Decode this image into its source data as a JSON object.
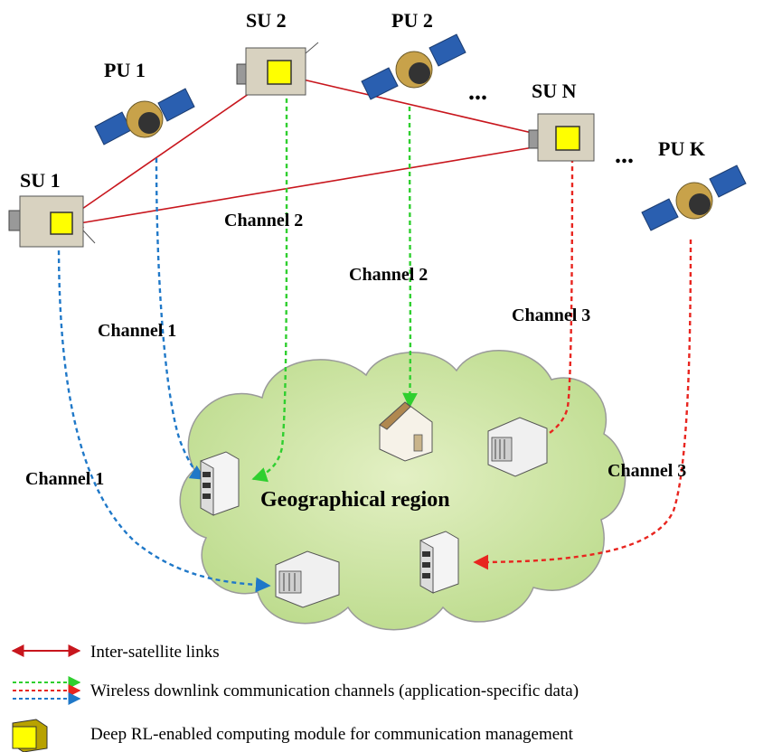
{
  "nodes": {
    "su1": "SU 1",
    "su2": "SU 2",
    "sun": "SU N",
    "pu1": "PU 1",
    "pu2": "PU 2",
    "puk": "PU K",
    "dots1": "...",
    "dots2": "..."
  },
  "channels": {
    "c1_upper": "Channel 1",
    "c1_lower": "Channel 1",
    "c2_left": "Channel 2",
    "c2_right": "Channel 2",
    "c3_upper": "Channel 3",
    "c3_lower": "Channel 3"
  },
  "region": "Geographical region",
  "legend": {
    "inter_satellite": "Inter-satellite links",
    "downlink": "Wireless downlink communication channels (application-specific data)",
    "module": "Deep RL-enabled computing module for communication management"
  },
  "colors": {
    "inter_satellite": "#c8161d",
    "channel1": "#1f78c8",
    "channel2": "#2fcf2f",
    "channel3": "#e8251f",
    "module": "#ffff00",
    "cloud": "#cfe6a6"
  }
}
